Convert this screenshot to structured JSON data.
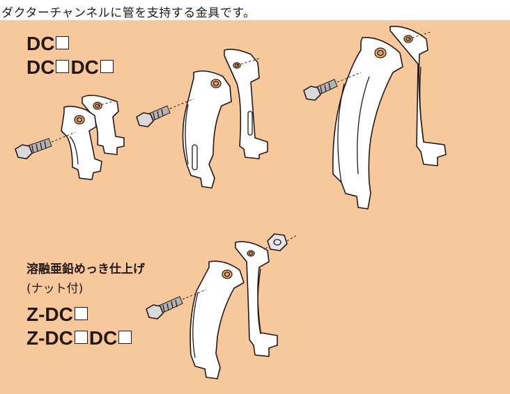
{
  "caption": "ダクターチャンネルに管を支持する金具です。",
  "top_models": {
    "line1_prefix": "DC",
    "line2_part1": "DC",
    "line2_part2": "DC"
  },
  "bottom_models": {
    "finish": "溶融亜鉛めっき仕上げ",
    "note": "(ナット付)",
    "line1_prefix": "Z-DC",
    "line2_part1": "Z-DC",
    "line2_part2": "DC"
  },
  "colors": {
    "panel_background": "#f6c89b",
    "text": "#231815",
    "bolt": "#b2b2b2",
    "hole_ring": "#e9a85f"
  },
  "illustrations": [
    "small-pipe-clamp-with-bolt",
    "medium-pipe-clamp-with-bolt",
    "large-pipe-clamp-with-bolt",
    "galvanized-pipe-clamp-with-bolt-and-nut"
  ]
}
